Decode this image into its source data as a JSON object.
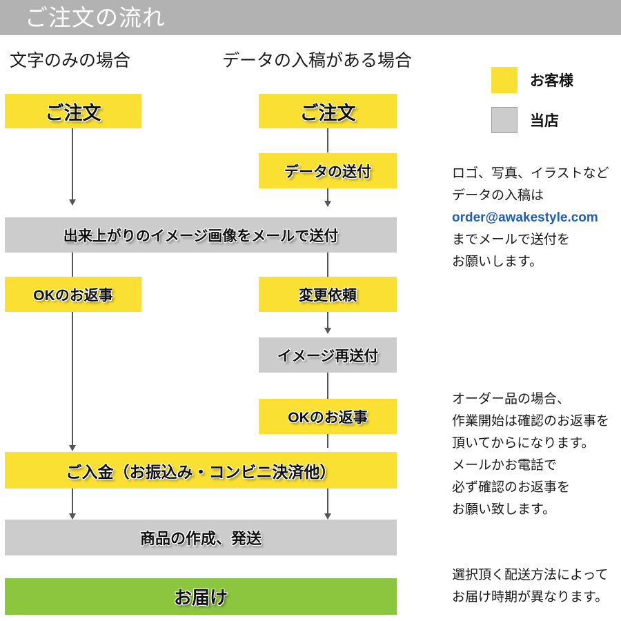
{
  "header": {
    "title": "ご注文の流れ",
    "bar_color": "#b2b2b2"
  },
  "colors": {
    "customer": "#f9e033",
    "shop": "#cccccc",
    "delivery": "#8cc63f",
    "connector": "#555555",
    "email_link": "#1f5fb4"
  },
  "columns": {
    "left_heading": "文字のみの場合",
    "right_heading": "データの入稿がある場合"
  },
  "legend": {
    "items": [
      {
        "swatch": "yellow-swatch",
        "label": "お客様"
      },
      {
        "swatch": "gray-swatch",
        "label": "当店"
      }
    ]
  },
  "flow": {
    "left": [
      {
        "label": "ご注文",
        "actor": "customer"
      },
      {
        "label": "OKのお返事",
        "actor": "customer"
      }
    ],
    "right": [
      {
        "label": "ご注文",
        "actor": "customer"
      },
      {
        "label": "データの送付",
        "actor": "customer"
      },
      {
        "label": "変更依頼",
        "actor": "customer"
      },
      {
        "label": "イメージ再送付",
        "actor": "shop"
      },
      {
        "label": "OKのお返事",
        "actor": "customer"
      }
    ],
    "shared": [
      {
        "label": "出来上がりのイメージ画像をメールで送付",
        "actor": "shop"
      },
      {
        "label": "ご入金（お振込み・コンビニ決済他）",
        "actor": "customer"
      },
      {
        "label": "商品の作成、発送",
        "actor": "shop"
      },
      {
        "label": "お届け",
        "actor": "delivery"
      }
    ]
  },
  "notes": {
    "data_submission": [
      "ロゴ、写真、イラストなど",
      "データの入稿は",
      "order@awakestyle.com",
      "までメールで送付を",
      "お願いします。"
    ],
    "order_confirmation": [
      "オーダー品の場合、",
      "作業開始は確認のお返事を",
      "頂いてからになります。",
      "メールかお電話で",
      "必ず確認のお返事を",
      "お願い致します。"
    ],
    "shipping": [
      "選択頂く配送方法によって",
      "お届け時期が異なります。"
    ]
  }
}
